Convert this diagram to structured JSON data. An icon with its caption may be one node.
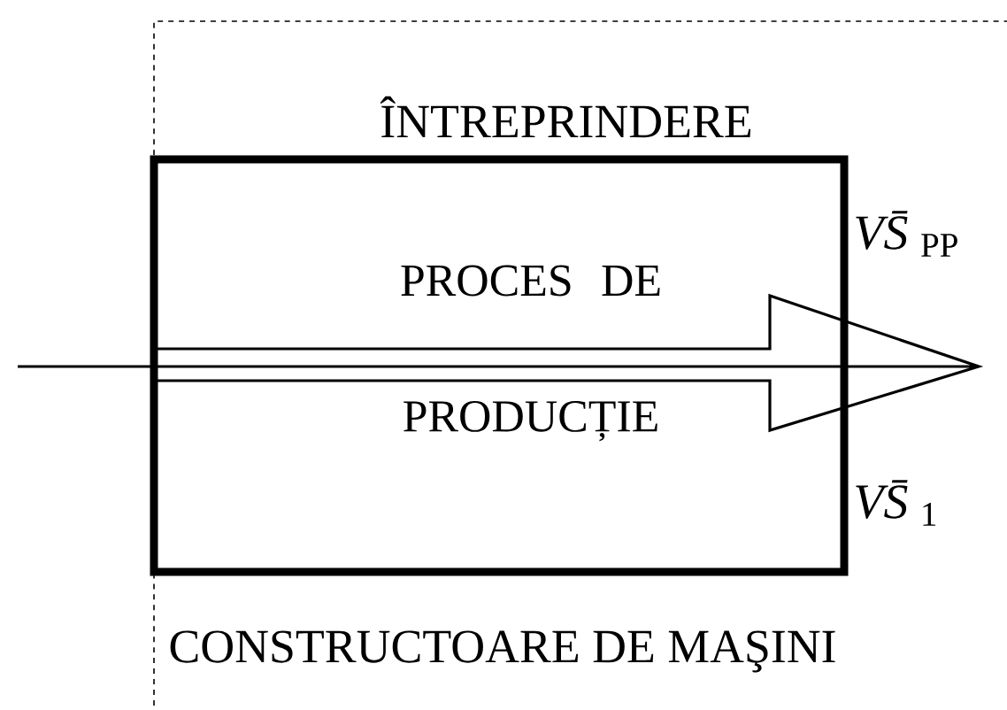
{
  "diagram": {
    "nodes": [
      {
        "text": [
          "ÎNTREPRINDERE",
          "CONSTRUCTOARE DE MAŞINI"
        ]
      },
      {
        "text": [
          "PROCES DE PRODUCȚIE"
        ],
        "in": 0,
        "beside": [
          "*VS̄*$_{PP}$",
          "*VS̄*$_{1}$"
        ]
      }
    ]
  }
}
